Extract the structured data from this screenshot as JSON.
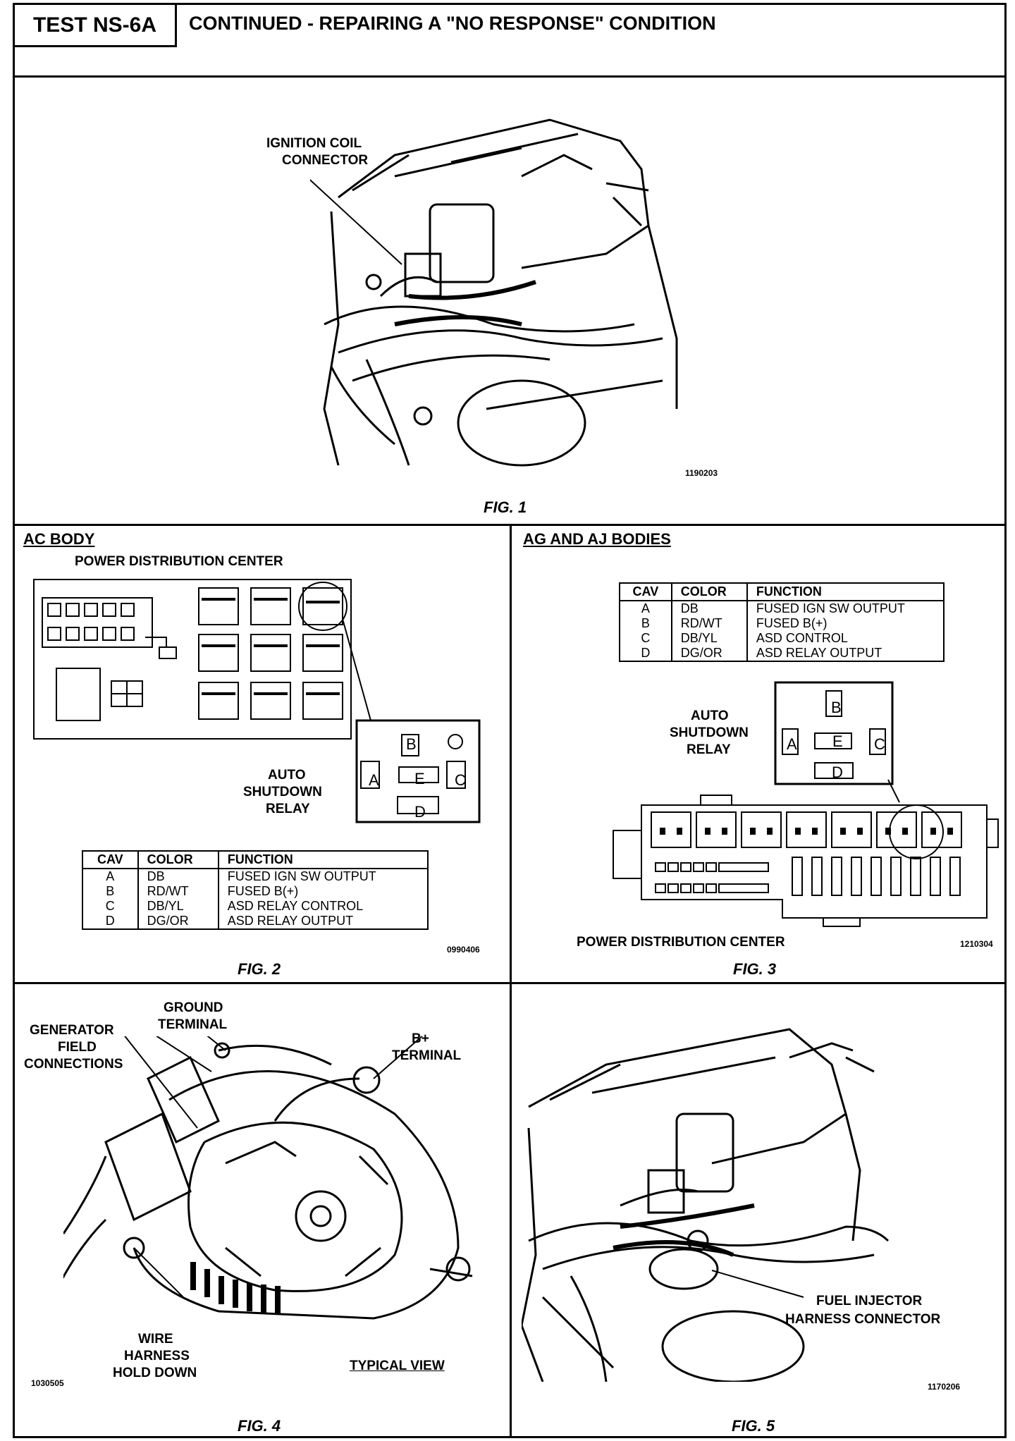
{
  "header": {
    "test_id": "TEST NS-6A",
    "title": "CONTINUED - REPAIRING A \"NO RESPONSE\" CONDITION"
  },
  "fig1": {
    "label_coil": "IGNITION COIL",
    "label_coil2": "CONNECTOR",
    "ref": "1190203",
    "caption": "FIG. 1"
  },
  "fig2": {
    "section": "AC BODY",
    "pdc": "POWER DISTRIBUTION CENTER",
    "relay_1": "AUTO",
    "relay_2": "SHUTDOWN",
    "relay_3": "RELAY",
    "pins": [
      "A",
      "B",
      "C",
      "E",
      "D"
    ],
    "headers": [
      "CAV",
      "COLOR",
      "FUNCTION"
    ],
    "rows": [
      [
        "A",
        "DB",
        "FUSED IGN SW OUTPUT"
      ],
      [
        "B",
        "RD/WT",
        "FUSED B(+)"
      ],
      [
        "C",
        "DB/YL",
        "ASD RELAY CONTROL"
      ],
      [
        "D",
        "DG/OR",
        "ASD RELAY OUTPUT"
      ]
    ],
    "ref": "0990406",
    "caption": "FIG. 2"
  },
  "fig3": {
    "section": "AG AND AJ BODIES",
    "headers": [
      "CAV",
      "COLOR",
      "FUNCTION"
    ],
    "rows": [
      [
        "A",
        "DB",
        "FUSED IGN SW OUTPUT"
      ],
      [
        "B",
        "RD/WT",
        "FUSED B(+)"
      ],
      [
        "C",
        "DB/YL",
        "ASD CONTROL"
      ],
      [
        "D",
        "DG/OR",
        "ASD RELAY OUTPUT"
      ]
    ],
    "relay_1": "AUTO",
    "relay_2": "SHUTDOWN",
    "relay_3": "RELAY",
    "pins": [
      "A",
      "B",
      "C",
      "E",
      "D"
    ],
    "pdc": "POWER DISTRIBUTION CENTER",
    "ref": "1210304",
    "caption": "FIG. 3"
  },
  "fig4": {
    "ground_1": "GROUND",
    "ground_2": "TERMINAL",
    "bplus_1": "B+",
    "bplus_2": "TERMINAL",
    "gen_1": "GENERATOR",
    "gen_2": "FIELD",
    "gen_3": "CONNECTIONS",
    "wire_1": "WIRE",
    "wire_2": "HARNESS",
    "wire_3": "HOLD DOWN",
    "typical": "TYPICAL VIEW",
    "ref": "1030505",
    "caption": "FIG. 4"
  },
  "fig5": {
    "fuel_1": "FUEL INJECTOR",
    "fuel_2": "HARNESS CONNECTOR",
    "ref": "1170206",
    "caption": "FIG. 5"
  }
}
